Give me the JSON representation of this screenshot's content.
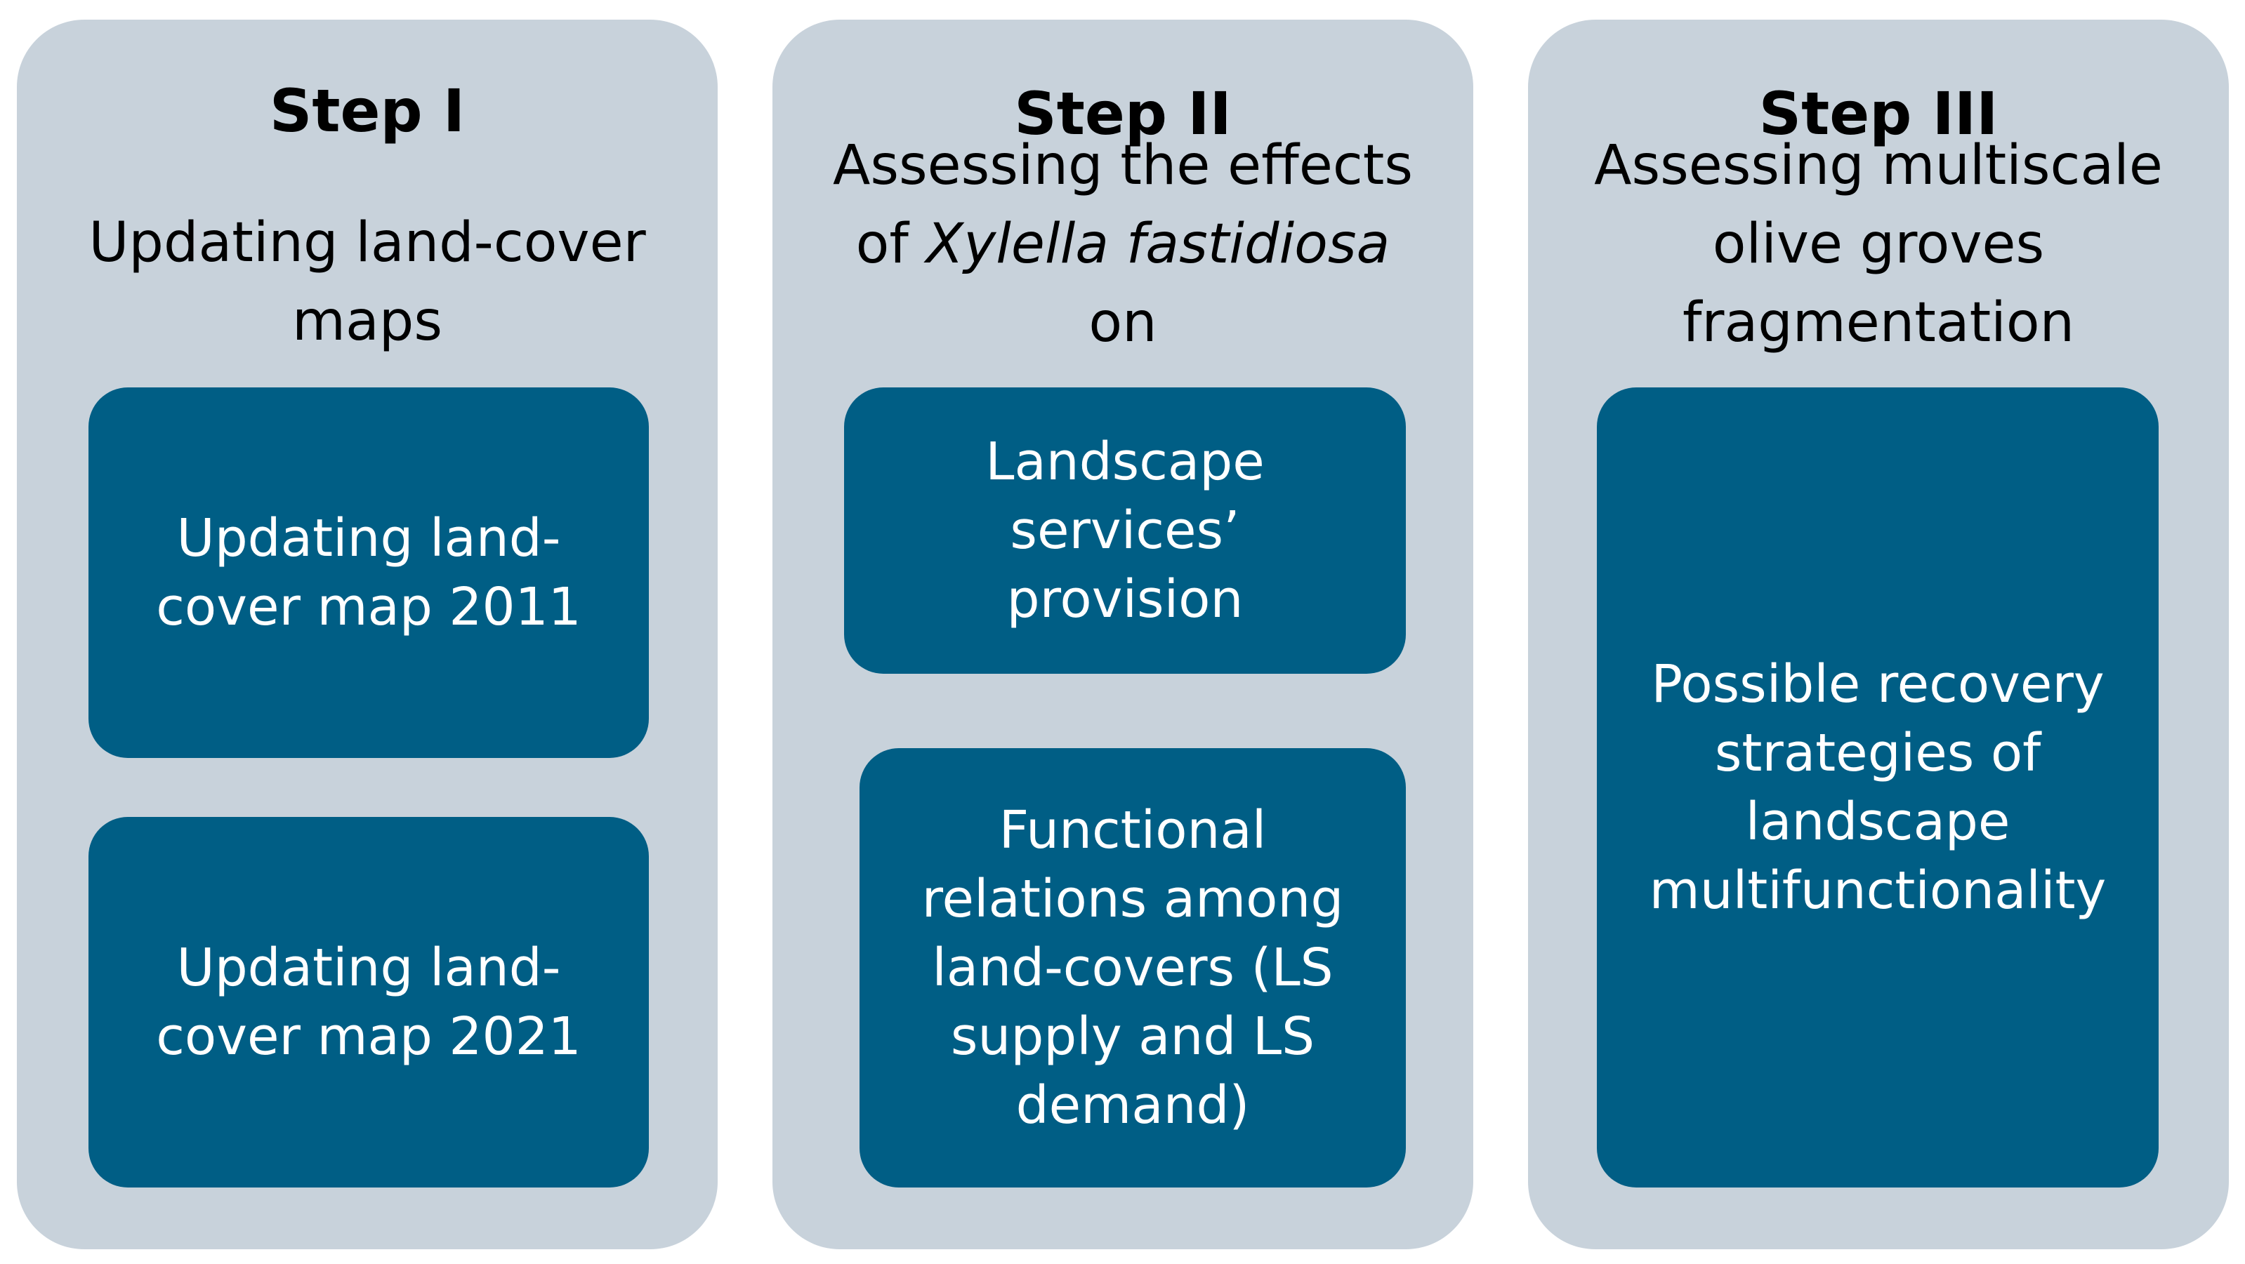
{
  "colors": {
    "panel": "#c8d2db",
    "box": "#005e85",
    "box_text": "#ffffff",
    "text": "#000000"
  },
  "steps": [
    {
      "heading": "Step I",
      "subtitle_lines": [
        "Updating land-cover",
        "maps"
      ],
      "boxes": [
        {
          "lines": [
            "Updating land-",
            "cover map 2011"
          ]
        },
        {
          "lines": [
            "Updating land-",
            "cover map 2021"
          ]
        }
      ]
    },
    {
      "heading": "Step II",
      "subtitle_line1": "Assessing the effects",
      "subtitle_of": "of ",
      "subtitle_italic": "Xylella fastidiosa",
      "subtitle_line3": "on",
      "boxes": [
        {
          "lines": [
            "Landscape services’",
            "provision"
          ]
        },
        {
          "lines": [
            "Functional",
            "relations among",
            "land-covers (LS",
            "supply and LS",
            "demand)"
          ]
        }
      ]
    },
    {
      "heading": "Step III",
      "subtitle_lines": [
        "Assessing multiscale",
        "olive groves",
        "fragmentation"
      ],
      "boxes": [
        {
          "lines": [
            "Possible recovery",
            "strategies of",
            "landscape",
            "multifunctionality"
          ]
        }
      ]
    }
  ]
}
